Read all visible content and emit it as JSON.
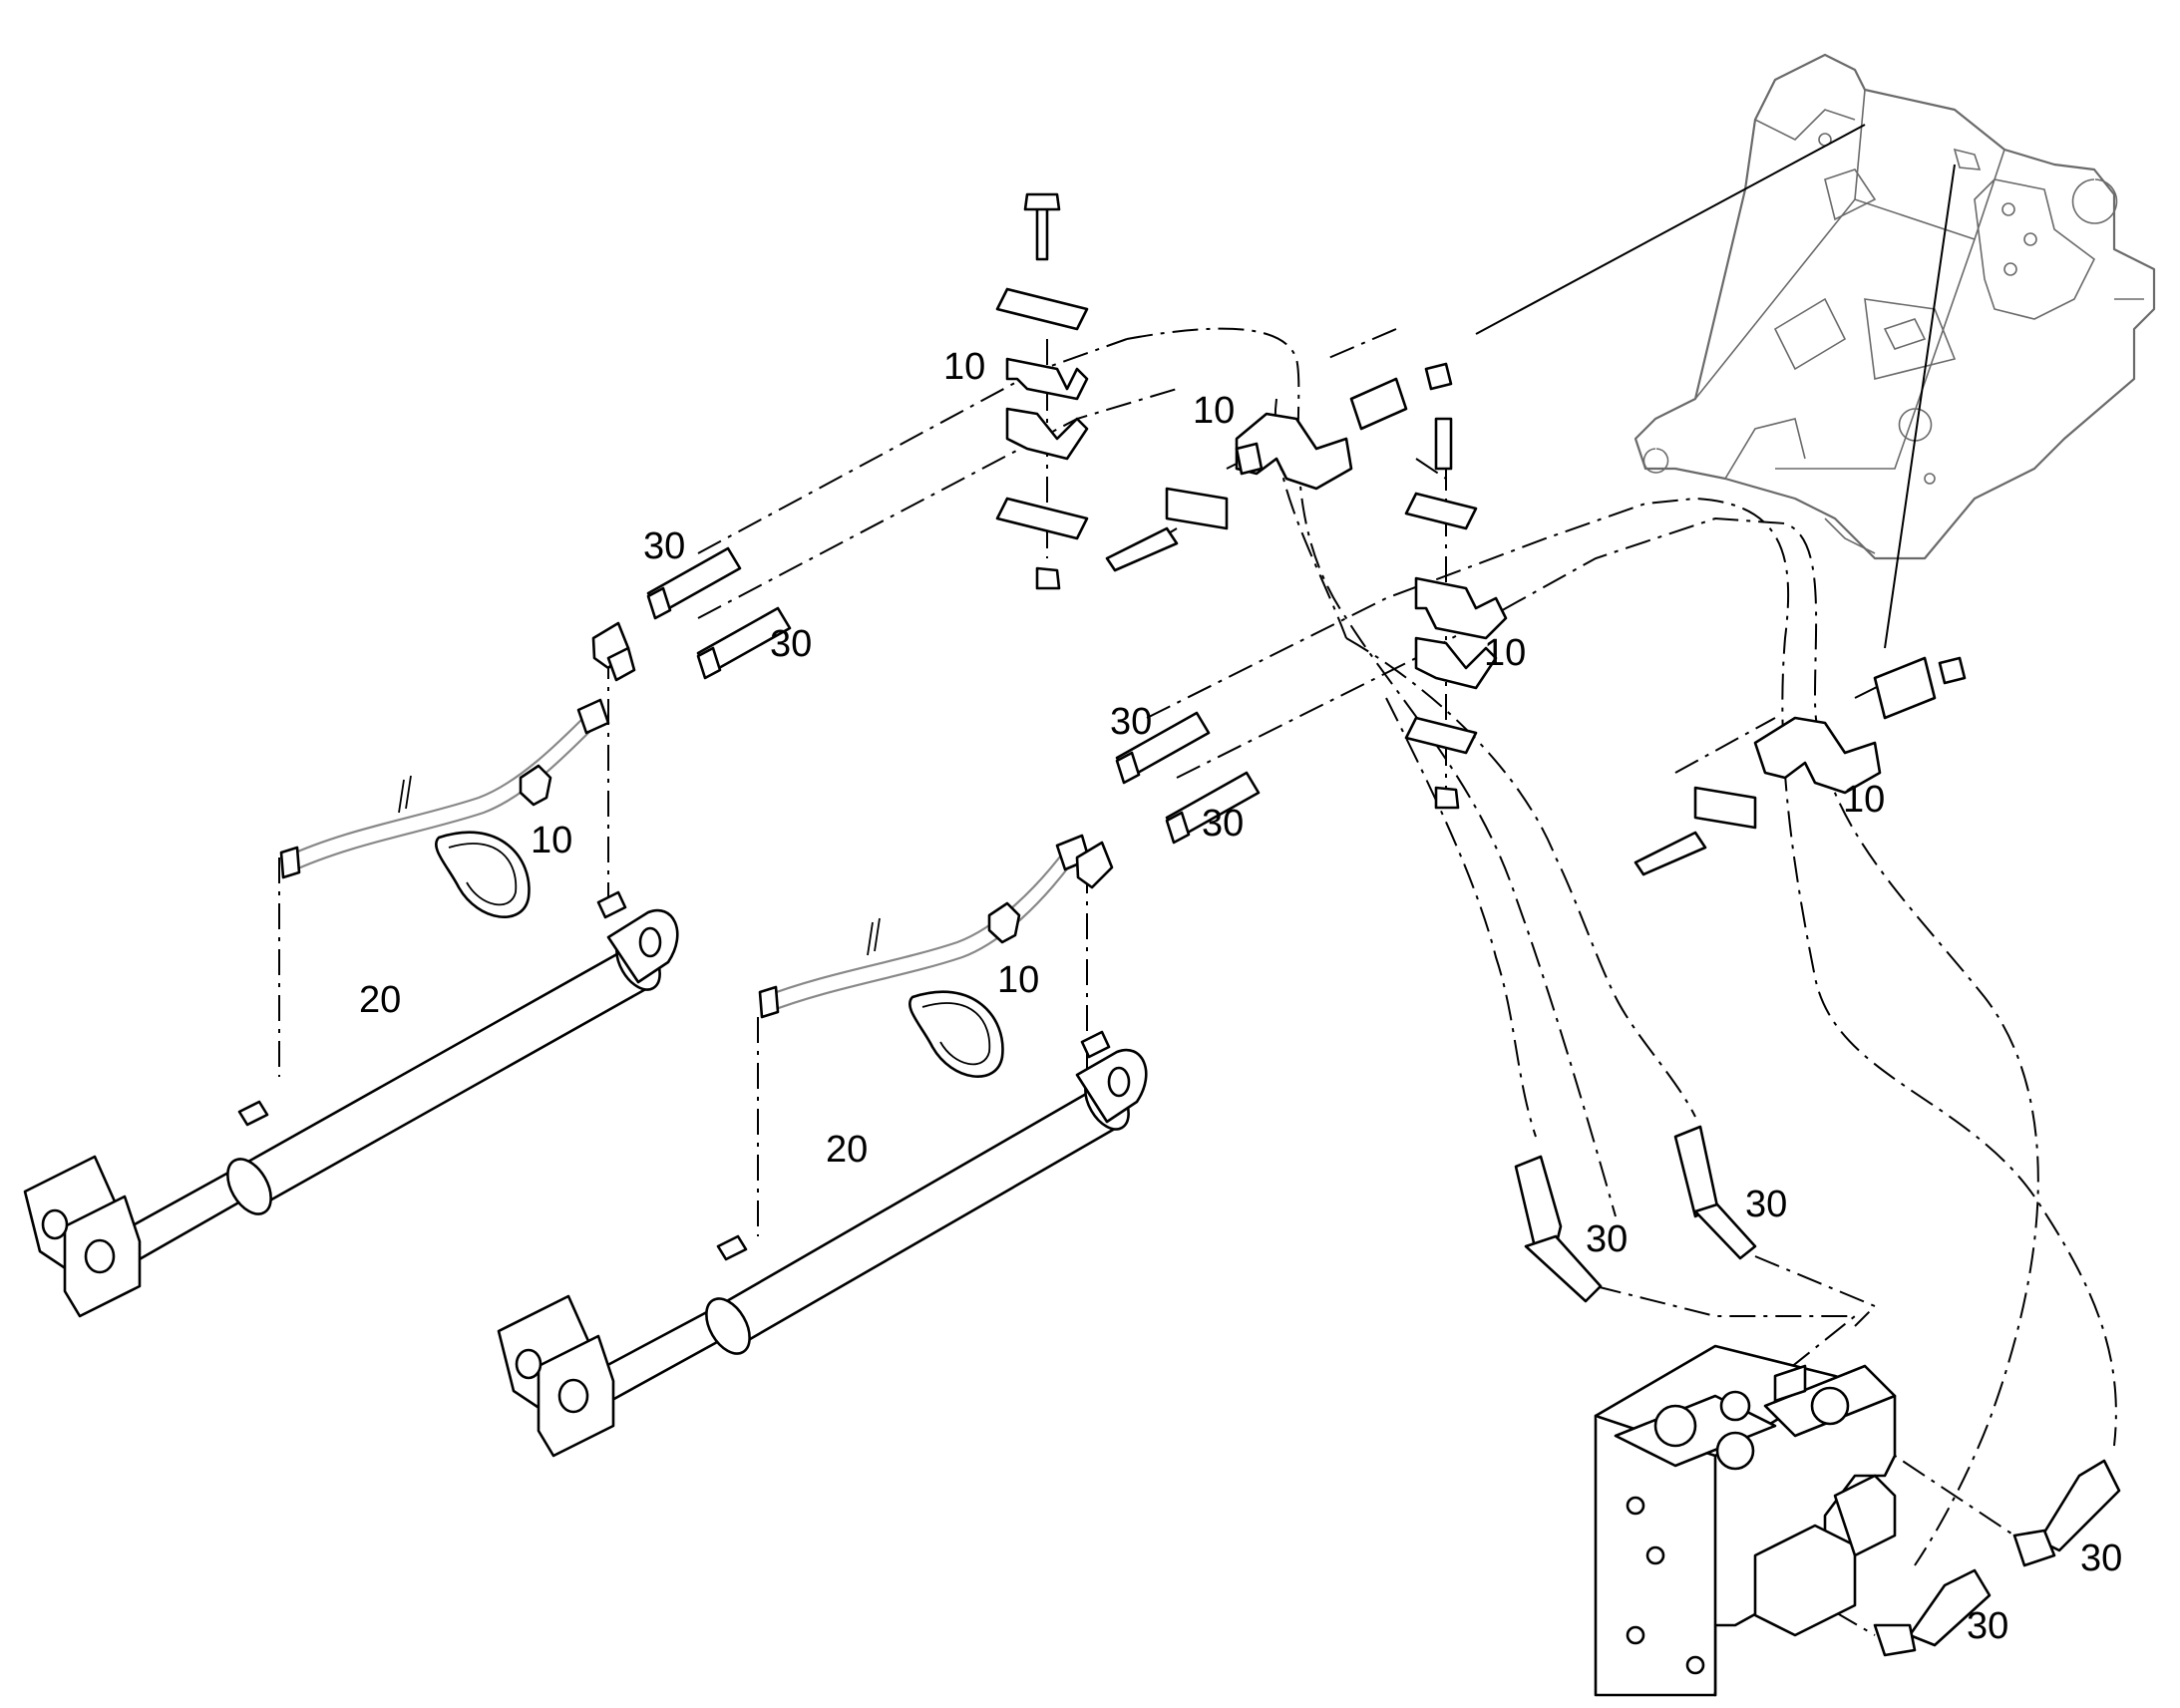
{
  "diagram": {
    "callouts": [
      {
        "id": "c1",
        "text": "10"
      },
      {
        "id": "c2",
        "text": "10"
      },
      {
        "id": "c3",
        "text": "10"
      },
      {
        "id": "c4",
        "text": "10"
      },
      {
        "id": "c5",
        "text": "10"
      },
      {
        "id": "c6",
        "text": "10"
      },
      {
        "id": "c7",
        "text": "30"
      },
      {
        "id": "c8",
        "text": "30"
      },
      {
        "id": "c9",
        "text": "30"
      },
      {
        "id": "c10",
        "text": "30"
      },
      {
        "id": "c11",
        "text": "30"
      },
      {
        "id": "c12",
        "text": "30"
      },
      {
        "id": "c13",
        "text": "30"
      },
      {
        "id": "c14",
        "text": "30"
      },
      {
        "id": "c15",
        "text": "20"
      },
      {
        "id": "c16",
        "text": "20"
      }
    ]
  }
}
